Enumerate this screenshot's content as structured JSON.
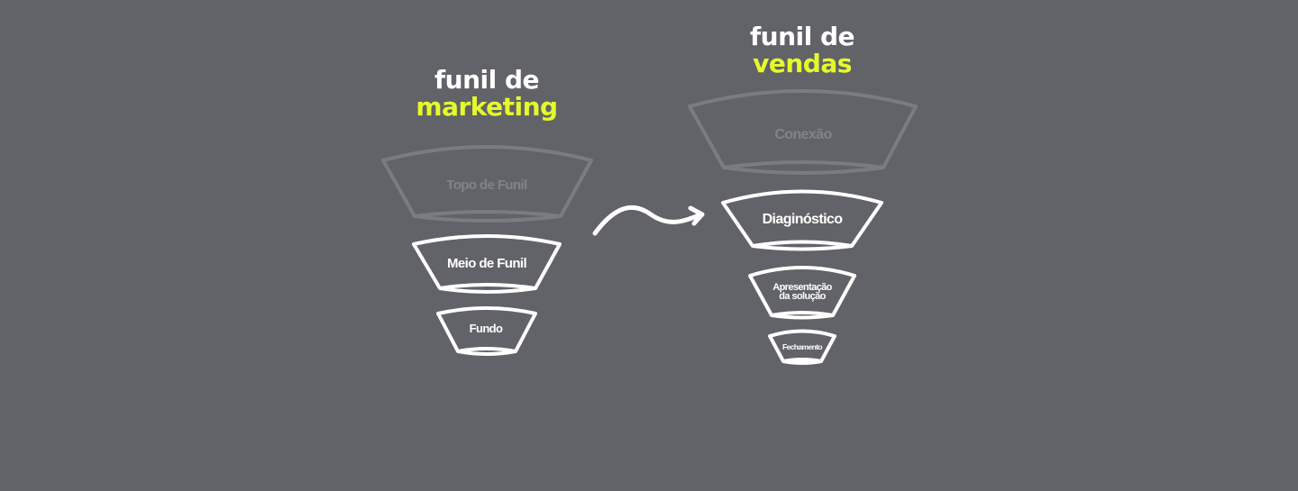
{
  "colors": {
    "background": "#626368",
    "title_white": "#ffffff",
    "accent": "#e6f92b",
    "active_stroke": "#ffffff",
    "dim_stroke": "#7b7c81",
    "dim_text": "#828388"
  },
  "marketing": {
    "title_line1": "funil de",
    "title_line2": "marketing",
    "stages": [
      {
        "label": "Topo de Funil",
        "state": "dimmed"
      },
      {
        "label": "Meio de Funil",
        "state": "active"
      },
      {
        "label": "Fundo",
        "state": "active"
      }
    ]
  },
  "vendas": {
    "title_line1": "funil de",
    "title_line2": "vendas",
    "stages": [
      {
        "label": "Conexão",
        "state": "dimmed"
      },
      {
        "label": "Diaginóstico",
        "state": "active"
      },
      {
        "label_line1": "Apresentação",
        "label_line2": "da solução",
        "state": "active"
      },
      {
        "label": "Fechamento",
        "state": "active"
      }
    ]
  },
  "connector": {
    "icon": "curvy-arrow-right-icon"
  }
}
